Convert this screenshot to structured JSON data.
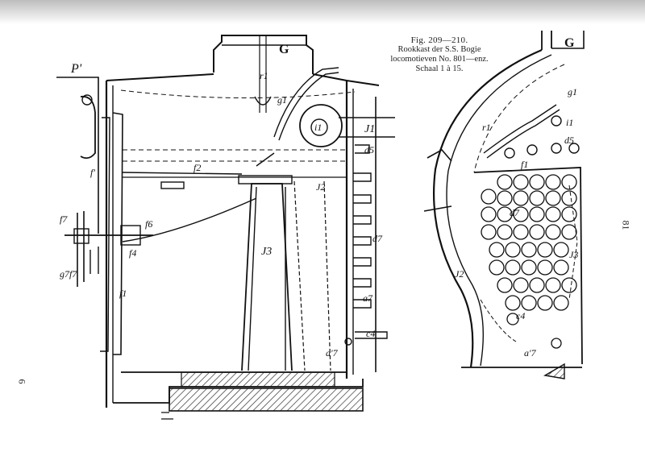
{
  "caption": {
    "figure": "Fig. 209—210.",
    "lines": [
      "Rookkast der S.S. Bogie",
      "locomotieven No. 801—enz.",
      "Schaal 1 à 15."
    ]
  },
  "page_numbers": {
    "left": "6",
    "right": "81"
  },
  "labels": {
    "G": "G",
    "G_right": "G",
    "P": "P'",
    "r1": "r1",
    "g1": "g1",
    "i1": "i1",
    "J1": "J1",
    "d5": "d5",
    "f2": "f2",
    "f_prime": "f'",
    "J2": "J2",
    "f7": "f7",
    "f6": "f6",
    "f4": "f4",
    "J3": "J3",
    "d7": "d7",
    "g7f7": "g7f7",
    "f1": "f1",
    "a7_upper": "a7",
    "c4": "c4",
    "a7_prime": "a'7",
    "g1_right": "g1",
    "r1_right": "r1",
    "i1_right": "i1",
    "d5_right": "d5",
    "f1_right": "f1",
    "d7_right": "d7",
    "J3_right": "J3",
    "J2_right": "J2",
    "c4_right": "c4",
    "a7_right": "a'7"
  }
}
